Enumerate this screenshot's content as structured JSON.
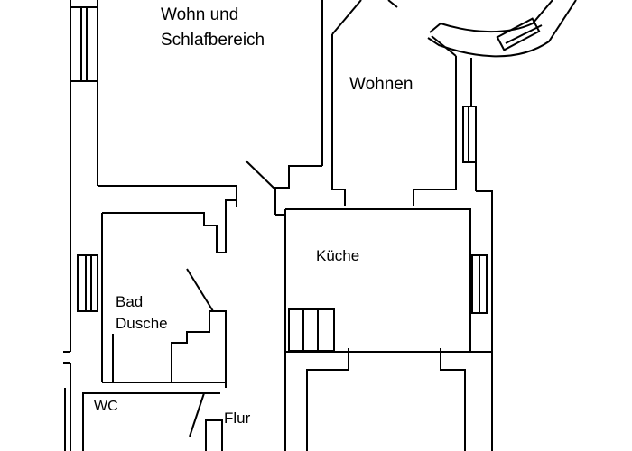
{
  "rooms": {
    "wohn_schlaf_line1": "Wohn und",
    "wohn_schlaf_line2": "Schlafbereich",
    "wohnen": "Wohnen",
    "kueche": "Küche",
    "bad": "Bad",
    "dusche": "Dusche",
    "wc": "WC",
    "flur": "Flur"
  },
  "colors": {
    "line": "#000000",
    "background": "#ffffff"
  }
}
